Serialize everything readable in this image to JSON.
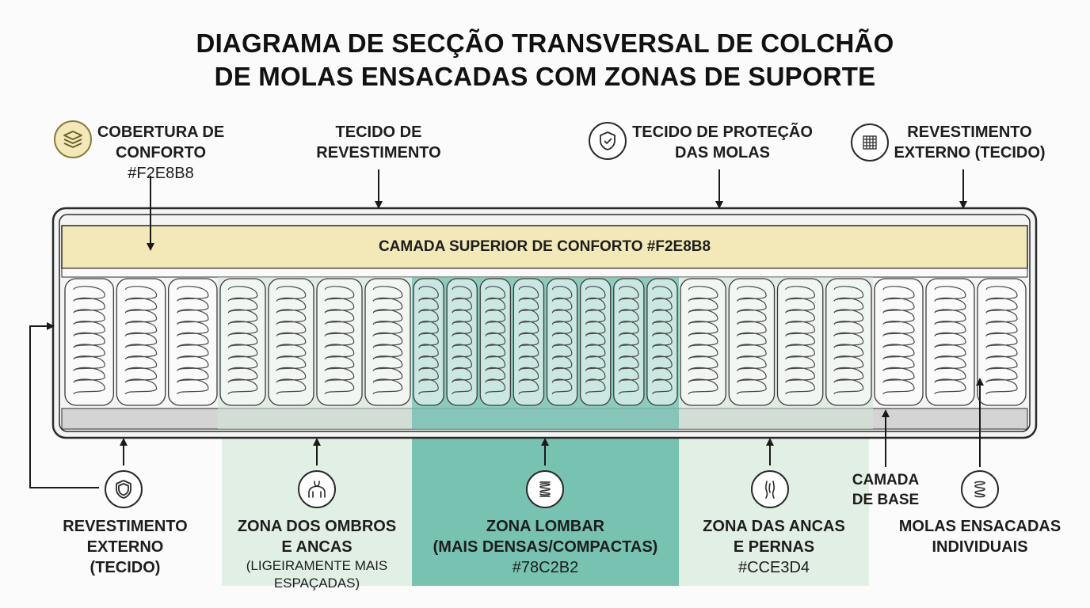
{
  "title": {
    "line1": "DIAGRAMA DE SECÇÃO TRANSVERSAL DE COLCHÃO",
    "line2": "DE MOLAS ENSACADAS COM ZONAS DE SUPORTE"
  },
  "top_labels": {
    "comfort_cover": {
      "line1": "COBERTURA DE",
      "line2": "CONFORTO",
      "line3": "#F2E8B8",
      "icon": "layers-icon"
    },
    "ticking_fabric": {
      "line1": "TECIDO DE",
      "line2": "REVESTIMENTO"
    },
    "spring_protection": {
      "line1": "TECIDO DE PROTEÇÃO",
      "line2": "DAS MOLAS",
      "icon": "shield-check-icon"
    },
    "outer_cover_top": {
      "line1": "REVESTIMENTO",
      "line2": "EXTERNO (TECIDO)",
      "icon": "fabric-grid-icon"
    }
  },
  "comfort_layer": {
    "label": "CAMADA SUPERIOR DE CONFORTO #F2E8B8",
    "color": "#F2E8B8"
  },
  "bottom_labels": {
    "outer_cover": {
      "line1": "REVESTIMENTO",
      "line2": "EXTERNO",
      "line3": "(TECIDO)",
      "icon": "shield-icon"
    },
    "shoulders_zone": {
      "line1": "ZONA DOS OMBROS",
      "line2": "E ANCAS",
      "line3": "(LIGEIRAMENTE MAIS",
      "line4": "ESPAÇADAS)",
      "icon": "shoulders-icon"
    },
    "lumbar_zone": {
      "line1": "ZONA LOMBAR",
      "line2": "(MAIS DENSAS/COMPACTAS)",
      "line3": "#78C2B2",
      "icon": "coil-spring-icon",
      "color": "#78C2B2"
    },
    "hips_legs_zone": {
      "line1": "ZONA DAS ANCAS",
      "line2": "E PERNAS",
      "line3": "#CCE3D4",
      "icon": "legs-icon",
      "color": "#CCE3D4"
    },
    "base_layer": {
      "line1": "CAMADA",
      "line2": "DE BASE"
    },
    "pocket_springs": {
      "line1": "MOLAS ENSACADAS",
      "line2": "INDIVIDUAIS",
      "icon": "spring-icon"
    }
  },
  "colors": {
    "comfort": "#F2E8B8",
    "lumbar": "#78C2B2",
    "hips_legs": "#CCE3D4",
    "shoulders": "#E1EFE4",
    "base": "#D4D4D4"
  }
}
